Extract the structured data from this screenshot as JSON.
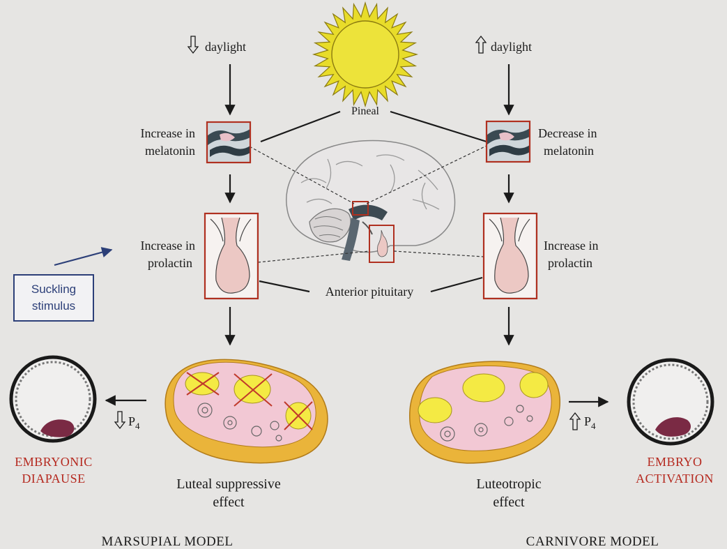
{
  "left": {
    "daylight": "daylight",
    "melatonin": [
      "Increase in",
      "melatonin"
    ],
    "prolactin": [
      "Increase in",
      "prolactin"
    ],
    "suckling": [
      "Suckling",
      "stimulus"
    ],
    "p4": "P",
    "p4_sub": "4",
    "outcome": [
      "EMBRYONIC",
      "DIAPAUSE"
    ],
    "effect": [
      "Luteal suppressive",
      "effect"
    ],
    "model": "MARSUPIAL MODEL"
  },
  "right": {
    "daylight": "daylight",
    "melatonin": [
      "Decrease in",
      "melatonin"
    ],
    "prolactin": [
      "Increase in",
      "prolactin"
    ],
    "p4": "P",
    "p4_sub": "4",
    "outcome": [
      "EMBRYO",
      "ACTIVATION"
    ],
    "effect": [
      "Luteotropic",
      "effect"
    ],
    "model": "CARNIVORE MODEL"
  },
  "center": {
    "pineal": "Pineal",
    "pituitary": "Anterior pituitary"
  },
  "colors": {
    "background": "#e6e5e3",
    "box_outline": "#b03020",
    "suckling_box": "#2c3f78",
    "sun_fill": "#e8dc2a",
    "ovary_outer": "#eab43a",
    "ovary_inner": "#f2c8d4",
    "corpus_luteum": "#f4ea44",
    "embryo": "#7a2a44",
    "red_text": "#b5291f"
  },
  "icons": {
    "sun": "sun-icon",
    "brain": "brain-icon",
    "pineal": "pineal-gland-icon",
    "pituitary": "pituitary-gland-icon",
    "ovary": "ovary-icon",
    "blastocyst": "blastocyst-icon"
  }
}
